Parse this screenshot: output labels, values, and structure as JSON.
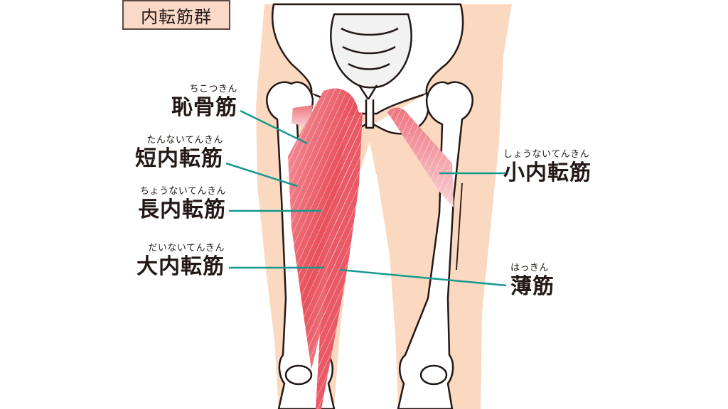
{
  "title": "内転筋群",
  "colors": {
    "skin": "#fbd9c0",
    "bone_fill": "#ffffff",
    "bone_outline": "#231815",
    "muscle": "#e8505b",
    "muscle_light": "#f7c4c8",
    "leader_line": "#14998e",
    "title_bg": "#fbd9c8",
    "title_border": "#5a4a44",
    "text": "#231815"
  },
  "labels": {
    "pectineus": {
      "ruby": "ちこつきん",
      "name": "恥骨筋"
    },
    "adductor_brevis": {
      "ruby": "たんないてんきん",
      "name": "短内転筋"
    },
    "adductor_longus": {
      "ruby": "ちょうないてんきん",
      "name": "長内転筋"
    },
    "adductor_magnus": {
      "ruby": "だいないてんきん",
      "name": "大内転筋"
    },
    "adductor_minimus": {
      "ruby": "しょうないてんきん",
      "name": "小内転筋"
    },
    "gracilis": {
      "ruby": "はっきん",
      "name": "薄筋"
    }
  }
}
